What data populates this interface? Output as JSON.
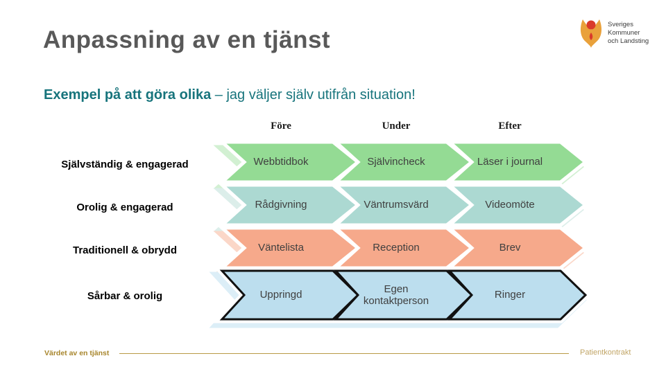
{
  "slide": {
    "title": "Anpassning av en tjänst",
    "subtitle_bold": "Exempel på att göra olika",
    "subtitle_rest": "– jag väljer själv utifrån situation!"
  },
  "logo": {
    "line1": "Sveriges",
    "line2": "Kommuner",
    "line3": "och Landsting"
  },
  "matrix": {
    "columns": [
      "Före",
      "Under",
      "Efter"
    ],
    "rows": [
      {
        "label": "Självständig & engagerad",
        "cells": [
          "Webbtidbok",
          "Självincheck",
          "Läser i journal"
        ]
      },
      {
        "label": "Orolig & engagerad",
        "cells": [
          "Rådgivning",
          "Väntrumsvärd",
          "Videomöte"
        ]
      },
      {
        "label": "Traditionell & obrydd",
        "cells": [
          "Väntelista",
          "Reception",
          "Brev"
        ]
      },
      {
        "label": "Sårbar & orolig",
        "cells": [
          "Uppringd",
          "Egen kontaktperson",
          "Ringer"
        ]
      }
    ]
  },
  "footer": {
    "left": "Värdet av en tjänst",
    "right": "Patientkontrakt"
  },
  "colors": {
    "row1_fill": "#94DB94",
    "row2_fill": "#ACD9D2",
    "row3_fill": "#F6A98B",
    "row4_fill": "#BCDEEE",
    "row4_border": "#111111",
    "title": "#595959",
    "subtitle": "#17747C",
    "footer_gold": "#A8862D",
    "logo_gold": "#E9A13B",
    "logo_red": "#D93A2B"
  }
}
